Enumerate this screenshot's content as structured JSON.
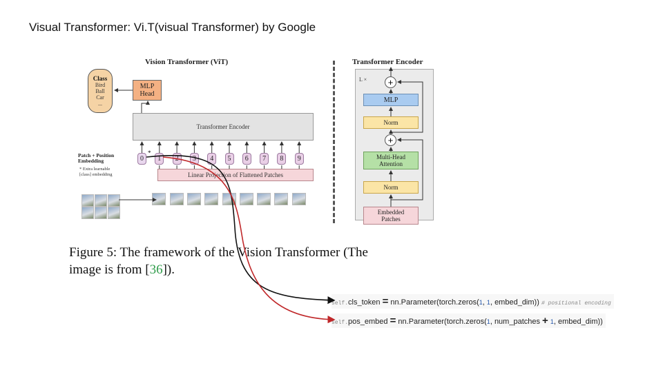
{
  "slide": {
    "title": "Visual Transformer: Vi.T(visual Transformer) by Google"
  },
  "vit": {
    "title": "Vision Transformer (ViT)",
    "class_head": "Class",
    "classes": [
      "Bird",
      "Ball",
      "Car",
      "..."
    ],
    "mlp_head": [
      "MLP",
      "Head"
    ],
    "transformer_encoder": "Transformer Encoder",
    "embedding_label": [
      "Patch + Position",
      "Embedding"
    ],
    "embedding_note": [
      "* Extra learnable",
      "[class] embedding"
    ],
    "tokens": [
      "0",
      "1",
      "2",
      "3",
      "4",
      "5",
      "6",
      "7",
      "8",
      "9"
    ],
    "cls_marker": "*",
    "linear_projection": "Linear Projection of Flattened Patches"
  },
  "encoder": {
    "title": "Transformer Encoder",
    "repeat": "L ×",
    "mlp": "MLP",
    "norm": "Norm",
    "mha": [
      "Multi-Head",
      "Attention"
    ],
    "plus": "+",
    "embedded": [
      "Embedded",
      "Patches"
    ]
  },
  "caption": {
    "line1": "Figure 5:  The framework of the Vision Transformer (The",
    "line2_prefix": "image is from ",
    "ref_open": "[",
    "ref": "36",
    "ref_close": "]).",
    "ref_color": "#2f9c4a"
  },
  "code": {
    "line1": {
      "self": "self.",
      "name": "cls_token",
      "eq": "=",
      "call": "nn.Parameter(torch.zeros(",
      "args": [
        "1",
        "1"
      ],
      "tail": "embed_dim))",
      "comment": "# positional encoding"
    },
    "line2": {
      "self": "self.",
      "name": "pos_embed",
      "eq": "=",
      "call": "nn.Parameter(torch.zeros(",
      "arg1": "1",
      "mid": "num_patches",
      "plus": "+",
      "arg2": "1",
      "tail": "embed_dim))"
    }
  },
  "colors": {
    "arrow_black": "#111111",
    "arrow_red": "#c0282a"
  }
}
